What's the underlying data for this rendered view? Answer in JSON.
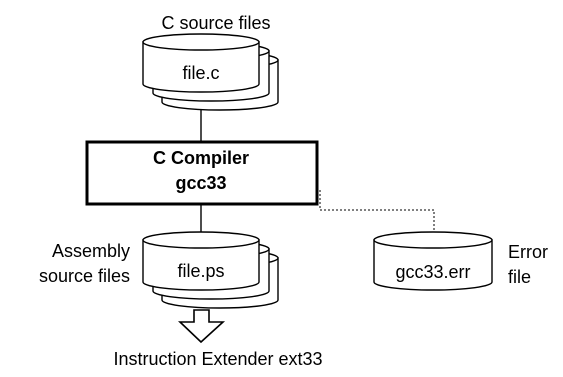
{
  "source": {
    "caption": "C source files",
    "file": "file.c"
  },
  "compiler": {
    "line1": "C Compiler",
    "line2": "gcc33"
  },
  "assembly": {
    "caption_line1": "Assembly",
    "caption_line2": "source files",
    "file": "file.ps"
  },
  "error": {
    "file": "gcc33.err",
    "caption_line1": "Error",
    "caption_line2": "file"
  },
  "next_step": {
    "caption": "Instruction Extender ext33"
  }
}
